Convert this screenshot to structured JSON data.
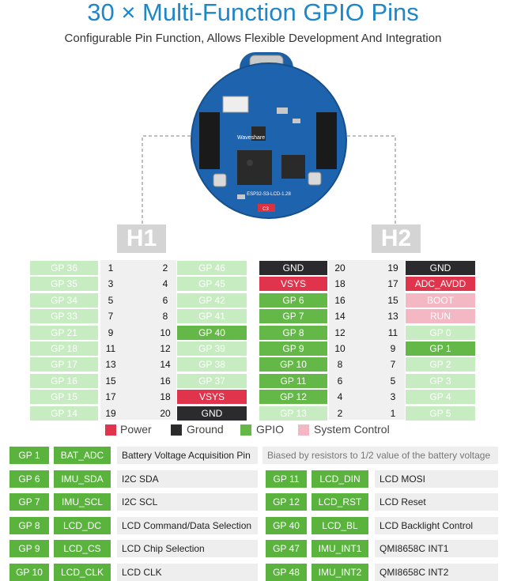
{
  "header": {
    "title": "30 × Multi-Function GPIO Pins",
    "subtitle": "Configurable Pin Function, Allows Flexible Development And Integration"
  },
  "board": {
    "silkscreen": "ESP32-S3-LCD-1.28",
    "logo_text": "Waveshare",
    "label_c3": "C3"
  },
  "headers": {
    "h1": "H1",
    "h2": "H2"
  },
  "h1_rows": [
    {
      "left": "GP 36",
      "n1": "1",
      "n2": "2",
      "right": "GP 46",
      "lc": "gpio-l",
      "rc": "gpio-l"
    },
    {
      "left": "GP 35",
      "n1": "3",
      "n2": "4",
      "right": "GP 45",
      "lc": "gpio-l",
      "rc": "gpio-l"
    },
    {
      "left": "GP 34",
      "n1": "5",
      "n2": "6",
      "right": "GP 42",
      "lc": "gpio-l",
      "rc": "gpio-l"
    },
    {
      "left": "GP 33",
      "n1": "7",
      "n2": "8",
      "right": "GP 41",
      "lc": "gpio-l",
      "rc": "gpio-l"
    },
    {
      "left": "GP 21",
      "n1": "9",
      "n2": "10",
      "right": "GP 40",
      "lc": "gpio-l",
      "rc": "gpio"
    },
    {
      "left": "GP 18",
      "n1": "11",
      "n2": "12",
      "right": "GP 39",
      "lc": "gpio-l",
      "rc": "gpio-l"
    },
    {
      "left": "GP 17",
      "n1": "13",
      "n2": "14",
      "right": "GP 38",
      "lc": "gpio-l",
      "rc": "gpio-l"
    },
    {
      "left": "GP 16",
      "n1": "15",
      "n2": "16",
      "right": "GP 37",
      "lc": "gpio-l",
      "rc": "gpio-l"
    },
    {
      "left": "GP 15",
      "n1": "17",
      "n2": "18",
      "right": "VSYS",
      "lc": "gpio-l",
      "rc": "pwr"
    },
    {
      "left": "GP 14",
      "n1": "19",
      "n2": "20",
      "right": "GND",
      "lc": "gpio-l",
      "rc": "gnd"
    }
  ],
  "h2_rows": [
    {
      "left": "GND",
      "n1": "20",
      "n2": "19",
      "right": "GND",
      "lc": "gnd",
      "rc": "gnd"
    },
    {
      "left": "VSYS",
      "n1": "18",
      "n2": "17",
      "right": "ADC_AVDD",
      "lc": "pwr",
      "rc": "pwr"
    },
    {
      "left": "GP 6",
      "n1": "16",
      "n2": "15",
      "right": "BOOT",
      "lc": "gpio",
      "rc": "sys"
    },
    {
      "left": "GP 7",
      "n1": "14",
      "n2": "13",
      "right": "RUN",
      "lc": "gpio",
      "rc": "sys"
    },
    {
      "left": "GP 8",
      "n1": "12",
      "n2": "11",
      "right": "GP 0",
      "lc": "gpio",
      "rc": "gpio-l"
    },
    {
      "left": "GP 9",
      "n1": "10",
      "n2": "9",
      "right": "GP 1",
      "lc": "gpio",
      "rc": "gpio"
    },
    {
      "left": "GP 10",
      "n1": "8",
      "n2": "7",
      "right": "GP 2",
      "lc": "gpio",
      "rc": "gpio-l"
    },
    {
      "left": "GP 11",
      "n1": "6",
      "n2": "5",
      "right": "GP 3",
      "lc": "gpio",
      "rc": "gpio-l"
    },
    {
      "left": "GP 12",
      "n1": "4",
      "n2": "3",
      "right": "GP 4",
      "lc": "gpio",
      "rc": "gpio-l"
    },
    {
      "left": "GP 13",
      "n1": "2",
      "n2": "1",
      "right": "GP 5",
      "lc": "gpio-l",
      "rc": "gpio-l"
    }
  ],
  "legend": [
    {
      "label": "Power",
      "color": "#e0344c"
    },
    {
      "label": "Ground",
      "color": "#2b2b2e"
    },
    {
      "label": "GPIO",
      "color": "#64b847"
    },
    {
      "label": "System Control",
      "color": "#f4b8c4"
    }
  ],
  "function_table": {
    "left": [
      {
        "pin": "GP 1",
        "func": "BAT_ADC",
        "desc": "Battery Voltage Acquisition Pin"
      },
      {
        "pin": "GP 6",
        "func": "IMU_SDA",
        "desc": "I2C SDA"
      },
      {
        "pin": "GP 7",
        "func": "IMU_SCL",
        "desc": "I2C SCL"
      },
      {
        "pin": "GP 8",
        "func": "LCD_DC",
        "desc": "LCD Command/Data Selection"
      },
      {
        "pin": "GP 9",
        "func": "LCD_CS",
        "desc": "LCD Chip Selection"
      },
      {
        "pin": "GP 10",
        "func": "LCD_CLK",
        "desc": "LCD CLK"
      }
    ],
    "note": "Biased by resistors to 1/2 value of the battery voltage",
    "right": [
      {
        "pin": "GP 11",
        "func": "LCD_DIN",
        "desc": "LCD MOSI"
      },
      {
        "pin": "GP 12",
        "func": "LCD_RST",
        "desc": "LCD Reset"
      },
      {
        "pin": "GP 40",
        "func": "LCD_BL",
        "desc": "LCD Backlight Control"
      },
      {
        "pin": "GP 47",
        "func": "IMU_INT1",
        "desc": "QMI8658C INT1"
      },
      {
        "pin": "GP 48",
        "func": "IMU_INT2",
        "desc": "QMI8658C INT2"
      }
    ]
  }
}
